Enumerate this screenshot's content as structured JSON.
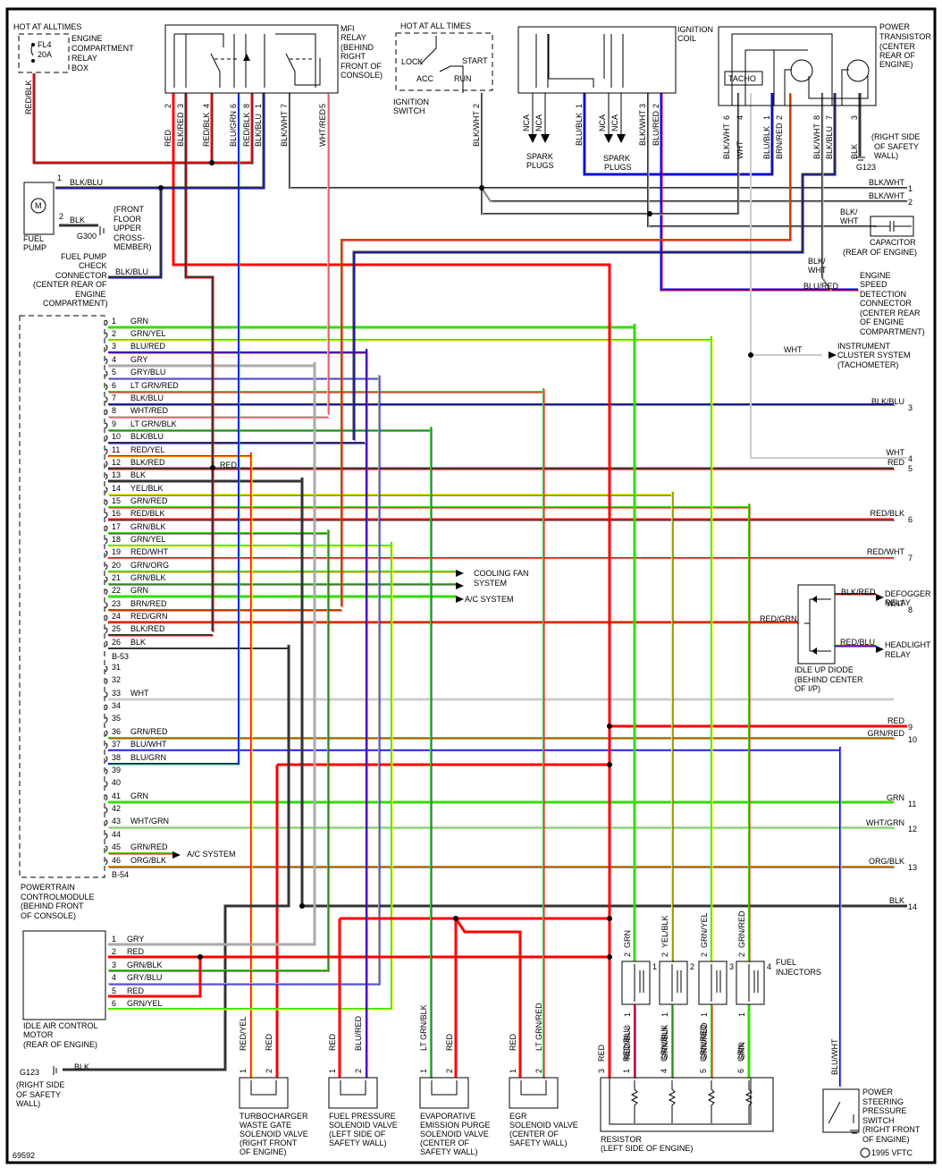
{
  "diagram_id": "69592",
  "copyright": "1995 VFTC",
  "colors": {
    "RED": "#ff0000",
    "BLK": "#333333",
    "BLU": "#0000ff",
    "GRN": "#33dd00",
    "YEL": "#ffff00",
    "WHT": "#cccccc",
    "GRY": "#aaaaaa",
    "ORG": "#ff8800",
    "BRN": "#996600",
    "LTGRN": "#44cc44"
  },
  "components": {
    "fuse_box": {
      "title": "HOT AT ALLTIMES",
      "fuse": "FL4",
      "rating": "20A",
      "location_lines": [
        "ENGINE",
        "COMPARTMENT",
        "RELAY",
        "BOX"
      ]
    },
    "mfi_relay": {
      "lines": [
        "MFI",
        "RELAY",
        "(BEHIND",
        "RIGHT",
        "FRONT OF",
        "CONSOLE)"
      ],
      "pins": [
        {
          "pin": "2",
          "wire": "RED"
        },
        {
          "pin": "3",
          "wire": "BLK/RED"
        },
        {
          "pin": "4",
          "wire": "RED/BLK"
        },
        {
          "pin": "6",
          "wire": "BLU/GRN"
        },
        {
          "pin": "8",
          "wire": "RED/BLK"
        },
        {
          "pin": "1",
          "wire": "BLK/BLU"
        },
        {
          "pin": "7",
          "wire": "BLK/WHT"
        },
        {
          "pin": "5",
          "wire": "WHT/RED"
        }
      ]
    },
    "ignition_switch": {
      "title": "HOT AT ALL TIMES",
      "positions": [
        "LOCK",
        "ACC",
        "RUN",
        "START"
      ],
      "label_lines": [
        "IGNITION",
        "SWITCH"
      ],
      "pin": "2",
      "wire": "BLK/WHT"
    },
    "ignition_coil": {
      "lines": [
        "IGNITION",
        "COIL"
      ],
      "outputs": [
        "NCA",
        "NCA",
        "NCA",
        "NCA"
      ],
      "spark_label": [
        "SPARK",
        "PLUGS"
      ],
      "pins": [
        {
          "pin": "1",
          "wire": "BLU/BLK"
        },
        {
          "pin": "3",
          "wire": "BLK/WHT"
        },
        {
          "pin": "2",
          "wire": "BLU/RED"
        }
      ]
    },
    "power_transistor": {
      "lines": [
        "POWER",
        "TRANSISTOR",
        "(CENTER",
        "REAR OF",
        "ENGINE)"
      ],
      "tacho": "TACHO",
      "pins": [
        {
          "pin": "6",
          "wire": "BLK/WHT"
        },
        {
          "pin": "4",
          "wire": "WHT"
        },
        {
          "pin": "1",
          "wire": "BLU/BLK"
        },
        {
          "pin": "2",
          "wire": "BRN/RED"
        },
        {
          "pin": "8",
          "wire": "BLK/WHT"
        },
        {
          "pin": "7",
          "wire": "BLK/BLU"
        },
        {
          "pin": "3",
          "wire": "BLK"
        }
      ],
      "ground": "G123",
      "ground_lines": [
        "(RIGHT SIDE",
        "OF SAFETY",
        "WALL)"
      ]
    },
    "fuel_pump": {
      "lines": [
        "FUEL",
        "PUMP"
      ],
      "motor": "M",
      "pin1": "1",
      "wire1": "BLK/BLU",
      "pin2": "2",
      "wire2": "BLK",
      "ground": "G300",
      "ground_lines": [
        "(FRONT",
        "FLOOR",
        "UPPER",
        "CROSS-",
        "MEMBER)"
      ]
    },
    "fuel_pump_check": {
      "lines": [
        "FUEL PUMP",
        "CHECK",
        "CONNECTOR",
        "(CENTER REAR OF",
        "ENGINE",
        "COMPARTMENT)"
      ],
      "wire": "BLK/BLU"
    },
    "capacitor": {
      "lines": [
        "CAPACITOR",
        "(REAR OF ENGINE)"
      ],
      "wire_lines": [
        "BLK/",
        "WHT"
      ]
    },
    "engine_speed_connector": {
      "lines": [
        "ENGINE",
        "SPEED",
        "DETECTION",
        "CONNECTOR",
        "(CENTER REAR",
        "OF ENGINE",
        "COMPARTMENT)"
      ],
      "wire_a_lines": [
        "BLK/",
        "WHT"
      ],
      "wire_b": "BLU/RED"
    },
    "instrument_cluster": {
      "lines": [
        "INSTRUMENT",
        "CLUSTER SYSTEM",
        "(TACHOMETER)"
      ],
      "wire": "WHT"
    },
    "pcm": {
      "lines": [
        "POWERTRAIN",
        "CONTROLMODULE",
        "(BEHIND FRONT",
        "OF CONSOLE)"
      ],
      "connector_a": "B-53",
      "connector_b": "B-54",
      "pins": [
        {
          "pin": "1",
          "wire": "GRN"
        },
        {
          "pin": "2",
          "wire": "GRN/YEL"
        },
        {
          "pin": "3",
          "wire": "BLU/RED"
        },
        {
          "pin": "4",
          "wire": "GRY"
        },
        {
          "pin": "5",
          "wire": "GRY/BLU"
        },
        {
          "pin": "6",
          "wire": "LT GRN/RED"
        },
        {
          "pin": "7",
          "wire": "BLK/BLU"
        },
        {
          "pin": "8",
          "wire": "WHT/RED"
        },
        {
          "pin": "9",
          "wire": "LT GRN/BLK"
        },
        {
          "pin": "10",
          "wire": "BLK/BLU"
        },
        {
          "pin": "11",
          "wire": "RED/YEL"
        },
        {
          "pin": "12",
          "wire": "BLK/RED"
        },
        {
          "pin": "13",
          "wire": "BLK"
        },
        {
          "pin": "14",
          "wire": "YEL/BLK"
        },
        {
          "pin": "15",
          "wire": "GRN/RED"
        },
        {
          "pin": "16",
          "wire": "RED/BLK"
        },
        {
          "pin": "17",
          "wire": "GRN/BLK"
        },
        {
          "pin": "18",
          "wire": "GRN/YEL"
        },
        {
          "pin": "19",
          "wire": "RED/WHT"
        },
        {
          "pin": "20",
          "wire": "GRN/ORG"
        },
        {
          "pin": "21",
          "wire": "GRN/BLK"
        },
        {
          "pin": "22",
          "wire": "GRN"
        },
        {
          "pin": "23",
          "wire": "BRN/RED"
        },
        {
          "pin": "24",
          "wire": "RED/GRN"
        },
        {
          "pin": "25",
          "wire": "BLK/RED"
        },
        {
          "pin": "26",
          "wire": "BLK"
        },
        {
          "pin": "31",
          "wire": ""
        },
        {
          "pin": "32",
          "wire": ""
        },
        {
          "pin": "33",
          "wire": "WHT"
        },
        {
          "pin": "34",
          "wire": ""
        },
        {
          "pin": "35",
          "wire": ""
        },
        {
          "pin": "36",
          "wire": "GRN/RED"
        },
        {
          "pin": "37",
          "wire": "BLU/WHT"
        },
        {
          "pin": "38",
          "wire": "BLU/GRN"
        },
        {
          "pin": "39",
          "wire": ""
        },
        {
          "pin": "40",
          "wire": ""
        },
        {
          "pin": "41",
          "wire": "GRN"
        },
        {
          "pin": "42",
          "wire": ""
        },
        {
          "pin": "43",
          "wire": "WHT/GRN"
        },
        {
          "pin": "44",
          "wire": ""
        },
        {
          "pin": "45",
          "wire": "GRN/RED"
        },
        {
          "pin": "46",
          "wire": "ORG/BLK"
        }
      ],
      "splice_label": "RED"
    },
    "cooling_fan": {
      "lines": [
        "COOLING FAN",
        "SYSTEM"
      ]
    },
    "ac_system": "A/C SYSTEM",
    "idle_up_diode": {
      "lines": [
        "IDLE UP DIODE",
        "(BEHIND CENTER",
        "OF I/P)"
      ],
      "input": "RED/GRN",
      "out1": "BLK/RED",
      "out2": "RED/BLU",
      "dest1": [
        "DEFOGGER",
        "RELAY"
      ],
      "dest2": [
        "HEADLIGHT",
        "RELAY"
      ]
    },
    "iac_motor": {
      "lines": [
        "IDLE AIR CONTROL",
        "MOTOR",
        "(REAR OF ENGINE)"
      ],
      "pins": [
        {
          "pin": "1",
          "wire": "GRY"
        },
        {
          "pin": "2",
          "wire": "RED"
        },
        {
          "pin": "3",
          "wire": "GRN/BLK"
        },
        {
          "pin": "4",
          "wire": "GRY/BLU"
        },
        {
          "pin": "5",
          "wire": "RED"
        },
        {
          "pin": "6",
          "wire": "GRN/YEL"
        }
      ]
    },
    "ground_g123": {
      "id": "G123",
      "wire": "BLK",
      "lines": [
        "(RIGHT SIDE",
        "OF SAFETY",
        "WALL)"
      ]
    },
    "solenoids": [
      {
        "lines": [
          "TURBOCHARGER",
          "WASTE GATE",
          "SOLENOID VALVE",
          "(RIGHT FRONT",
          "OF ENGINE)"
        ],
        "pins": [
          {
            "pin": "1",
            "wire": "RED/YEL"
          },
          {
            "pin": "2",
            "wire": "RED"
          }
        ]
      },
      {
        "lines": [
          "FUEL PRESSURE",
          "SOLENOID VALVE",
          "(LEFT SIDE OF",
          "SAFETY WALL)"
        ],
        "pins": [
          {
            "pin": "1",
            "wire": "RED"
          },
          {
            "pin": "2",
            "wire": "BLU/RED"
          }
        ]
      },
      {
        "lines": [
          "EVAPORATIVE",
          "EMISSION PURGE",
          "SOLENOID VALVE",
          "(CENTER OF",
          "SAFETY WALL)"
        ],
        "pins": [
          {
            "pin": "1",
            "wire": "LT GRN/BLK"
          },
          {
            "pin": "2",
            "wire": "RED"
          }
        ]
      },
      {
        "lines": [
          "EGR",
          "SOLENOID VALVE",
          "(CENTER OF",
          "SAFETY WALL)"
        ],
        "pins": [
          {
            "pin": "1",
            "wire": "RED"
          },
          {
            "pin": "2",
            "wire": "LT GRN/RED"
          }
        ]
      }
    ],
    "fuel_injectors": {
      "lines": [
        "FUEL",
        "INJECTORS"
      ],
      "items": [
        {
          "num": "1",
          "top_pin": "2",
          "top_wire": "GRN",
          "bot_pin": "1",
          "bot_wire": "RED/BLU"
        },
        {
          "num": "2",
          "top_pin": "2",
          "top_wire": "YEL/BLK",
          "bot_pin": "1",
          "bot_wire": "GRN/BLK"
        },
        {
          "num": "3",
          "top_pin": "2",
          "top_wire": "GRN/YEL",
          "bot_pin": "1",
          "bot_wire": "GRN/RED"
        },
        {
          "num": "4",
          "top_pin": "2",
          "top_wire": "GRN/RED",
          "bot_pin": "1",
          "bot_wire": "GRN"
        }
      ]
    },
    "resistor": {
      "lines": [
        "RESISTOR",
        "(LEFT SIDE OF ENGINE)"
      ],
      "pins": [
        {
          "pin": "3",
          "wire": "RED"
        },
        {
          "pin": "1",
          "wire": "RED/BLU"
        },
        {
          "pin": "4",
          "wire": "GRN/BLK"
        },
        {
          "pin": "5",
          "wire": "GRN/RED"
        },
        {
          "pin": "6",
          "wire": "GRN"
        }
      ]
    },
    "ps_switch": {
      "lines": [
        "POWER",
        "STEERING",
        "PRESSURE",
        "SWITCH",
        "(RIGHT FRONT",
        "OF ENGINE)"
      ],
      "wire": "BLU/WHT"
    }
  },
  "off_page": [
    {
      "ref": "1",
      "wire": "BLK/WHT"
    },
    {
      "ref": "2",
      "wire": "BLK/WHT"
    },
    {
      "ref": "3",
      "wire": "BLK/BLU"
    },
    {
      "ref": "4",
      "wire": "WHT"
    },
    {
      "ref": "5",
      "wire": "RED"
    },
    {
      "ref": "6",
      "wire": "RED/BLK"
    },
    {
      "ref": "7",
      "wire": "RED/WHT"
    },
    {
      "ref": "8",
      "wire": "WHT"
    },
    {
      "ref": "9",
      "wire": "RED"
    },
    {
      "ref": "10",
      "wire": "GRN/RED"
    },
    {
      "ref": "11",
      "wire": "GRN"
    },
    {
      "ref": "12",
      "wire": "WHT/GRN"
    },
    {
      "ref": "13",
      "wire": "ORG/BLK"
    },
    {
      "ref": "14",
      "wire": "BLK"
    }
  ]
}
